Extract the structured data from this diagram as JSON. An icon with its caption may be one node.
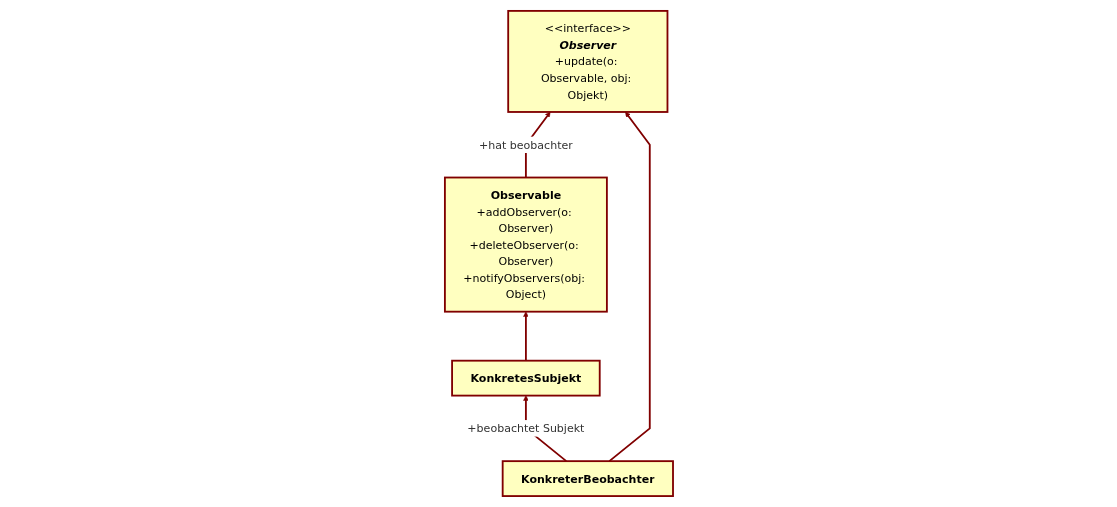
{
  "diagram": {
    "nodes": [
      {
        "text": [
          "Observable",
          "+addObserver(o: Observer)",
          "+deleteObserver(o: Observer)",
          "+notifyObservers(obj: Object)"
        ]
      },
      {
        "text": [
          "<<interface>>",
          "Observer",
          "+update(o: Observable, obj: Objekt)"
        ]
      },
      {
        "text": [
          "KonkretesSubjekt"
        ]
      },
      {
        "text": [
          "KonkreterBeobachter"
        ]
      }
    ],
    "edges": [
      {
        "from": 0,
        "to": 1,
        "arrow": "to",
        "label": "+hat beobachter"
      },
      {
        "from": 2,
        "to": 0,
        "arrow": "to"
      },
      {
        "from": 3,
        "to": 1,
        "arrow": "to"
      },
      {
        "from": 3,
        "to": 2,
        "arrow": "to",
        "label": "+beobachtet Subjekt"
      }
    ]
  }
}
